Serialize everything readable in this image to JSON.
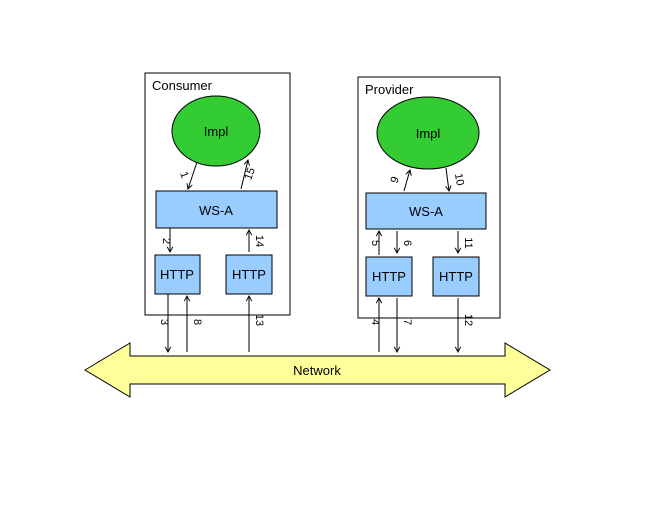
{
  "consumer": {
    "title": "Consumer",
    "impl": "Impl",
    "wsa": "WS-A",
    "http_left": "HTTP",
    "http_right": "HTTP"
  },
  "provider": {
    "title": "Provider",
    "impl": "Impl",
    "wsa": "WS-A",
    "http_left": "HTTP",
    "http_right": "HTTP"
  },
  "network": {
    "label": "Network"
  },
  "edges": [
    {
      "label": "1",
      "from": "consumer-impl",
      "to": "consumer-wsa"
    },
    {
      "label": "2",
      "from": "consumer-wsa",
      "to": "consumer-http-left"
    },
    {
      "label": "3",
      "from": "consumer-http-left",
      "to": "network"
    },
    {
      "label": "4",
      "from": "network",
      "to": "provider-http-left"
    },
    {
      "label": "5",
      "from": "provider-http-left",
      "to": "provider-wsa"
    },
    {
      "label": "6",
      "from": "provider-wsa",
      "to": "provider-http-left"
    },
    {
      "label": "7",
      "from": "provider-http-left",
      "to": "network"
    },
    {
      "label": "8",
      "from": "network",
      "to": "consumer-http-left"
    },
    {
      "label": "9",
      "from": "provider-wsa",
      "to": "provider-impl"
    },
    {
      "label": "10",
      "from": "provider-impl",
      "to": "provider-wsa"
    },
    {
      "label": "11",
      "from": "provider-wsa",
      "to": "provider-http-right"
    },
    {
      "label": "12",
      "from": "provider-http-right",
      "to": "network"
    },
    {
      "label": "13",
      "from": "network",
      "to": "consumer-http-right"
    },
    {
      "label": "14",
      "from": "consumer-http-right",
      "to": "consumer-wsa"
    },
    {
      "label": "15",
      "from": "consumer-wsa",
      "to": "consumer-impl"
    }
  ],
  "colors": {
    "impl_fill": "#33cc33",
    "component_fill": "#99ccff",
    "network_fill": "#ffff99",
    "line": "#000000"
  }
}
